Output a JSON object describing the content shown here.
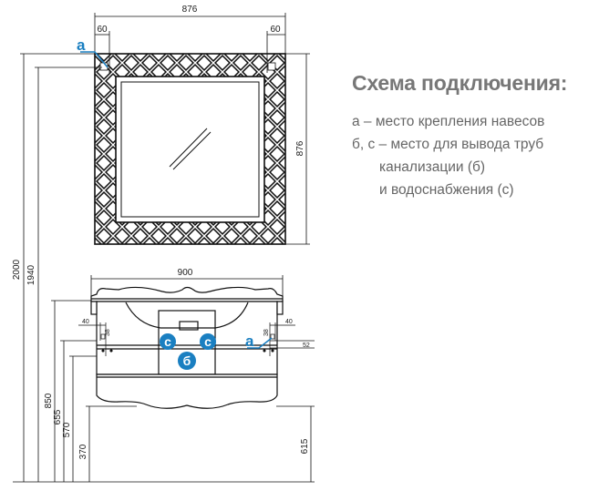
{
  "legend": {
    "title": "Схема подключения:",
    "lines": [
      "а – место крепления навесов",
      "б, с –  место для вывода труб",
      "канализации (б)",
      "и водоснабжения (с)"
    ]
  },
  "dimensions": {
    "mirror_width": "876",
    "mirror_height": "876",
    "mirror_offset_left": "60",
    "mirror_offset_right": "60",
    "cabinet_width": "900",
    "total_height": "2000",
    "mount_height": "1940",
    "top_height": "850",
    "height_655": "655",
    "height_570": "570",
    "height_370": "370",
    "height_615": "615",
    "side_left_40": "40",
    "side_left_38": "38",
    "side_right_38": "38",
    "side_right_40": "40",
    "side_right_52": "52"
  },
  "markers": {
    "a": "a",
    "b": "б",
    "c": "c"
  },
  "colors": {
    "marker_blue": "#1a7fc1",
    "line": "#1a1a1a",
    "legend_text": "#666666"
  }
}
